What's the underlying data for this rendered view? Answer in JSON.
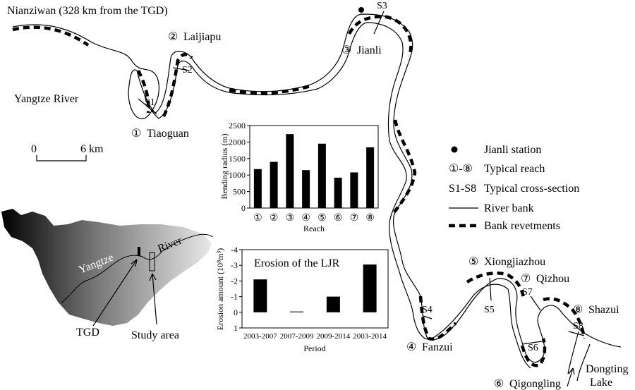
{
  "map": {
    "title": "Nianziwan (328 km from the TGD)",
    "river_name": "Yangtze River",
    "scale": {
      "start": "0",
      "end": "6 km"
    },
    "station": "",
    "sections": [
      "S1",
      "S2",
      "S3",
      "S4",
      "S5",
      "S6",
      "S7",
      "S8"
    ],
    "reaches": [
      {
        "num": "①",
        "name": "Tiaoguan"
      },
      {
        "num": "②",
        "name": "Laijiapu"
      },
      {
        "num": "③",
        "name": "Jianli"
      },
      {
        "num": "④",
        "name": "Fanzui"
      },
      {
        "num": "⑤",
        "name": "Xiongjiazhou"
      },
      {
        "num": "⑥",
        "name": "Qigongling"
      },
      {
        "num": "⑦",
        "name": "Qizhou"
      },
      {
        "num": "⑧",
        "name": "Shazui"
      }
    ],
    "dongting_line1": "Dongting",
    "dongting_line2": "Lake"
  },
  "legend": {
    "items": [
      {
        "symbol": "dot",
        "text": "Jianli station"
      },
      {
        "symbol": "①-⑧",
        "text": "Typical reach"
      },
      {
        "symbol": "S1-S8",
        "text": "Typical cross-section"
      },
      {
        "symbol": "line",
        "text": "River bank"
      },
      {
        "symbol": "dash",
        "text": "Bank revetments"
      }
    ]
  },
  "inset": {
    "yangtze_label": "Yangtze",
    "river_label": "River",
    "tgd_label": "TGD",
    "study_label": "Study area"
  },
  "chart_data": [
    {
      "type": "bar",
      "title": "",
      "xlabel": "Reach",
      "ylabel": "Bending radius (m)",
      "categories": [
        "①",
        "②",
        "③",
        "④",
        "⑤",
        "⑥",
        "⑦",
        "⑧"
      ],
      "values": [
        1180,
        1400,
        2240,
        1150,
        1950,
        920,
        1080,
        1840
      ],
      "yticks": [
        "0",
        "500",
        "1000",
        "1500",
        "2000",
        "2500"
      ],
      "ylim": [
        0,
        2500
      ],
      "grid": false,
      "legend": "none"
    },
    {
      "type": "bar",
      "title": "Erosion of the LJR",
      "xlabel": "Period",
      "ylabel": "Erosion amount (10⁸m³)",
      "categories": [
        "2003-2007",
        "2007-2009",
        "2009-2014",
        "2003-2014"
      ],
      "values": [
        -2.1,
        -0.05,
        -1.0,
        -3.05
      ],
      "yticks": [
        "-4",
        "-3",
        "-2",
        "-1",
        "0",
        "1"
      ],
      "ylim": [
        1,
        -4
      ],
      "axis_inverted": true,
      "grid": false,
      "legend": "none"
    }
  ]
}
